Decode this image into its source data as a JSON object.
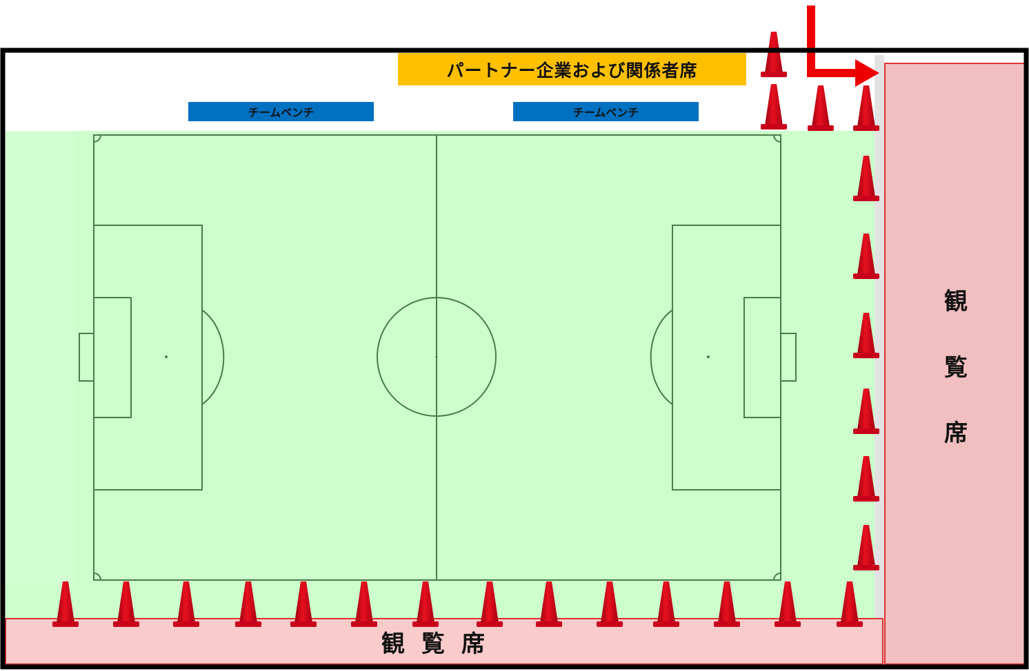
{
  "labels": {
    "partner_seats": "パートナー企業および関係者席",
    "team_bench_1": "チームベンチ",
    "team_bench_2": "チームベンチ",
    "stand_bottom": "観覧席",
    "stand_right_chars": [
      "観",
      "覧",
      "席"
    ]
  },
  "colors": {
    "pitch_green": "#ccffcc",
    "line_green": "#4a7a4a",
    "partner_yellow": "#ffc000",
    "bench_blue": "#0070c0",
    "stand_pink": "#f4c2c2",
    "stand_border_red": "#e03030",
    "cone_red": "#d9001b",
    "arrow_red": "#ee0000",
    "frame_black": "#000000"
  },
  "icons": {
    "cone": "traffic-cone-icon",
    "arrow": "entrance-arrow-icon"
  }
}
